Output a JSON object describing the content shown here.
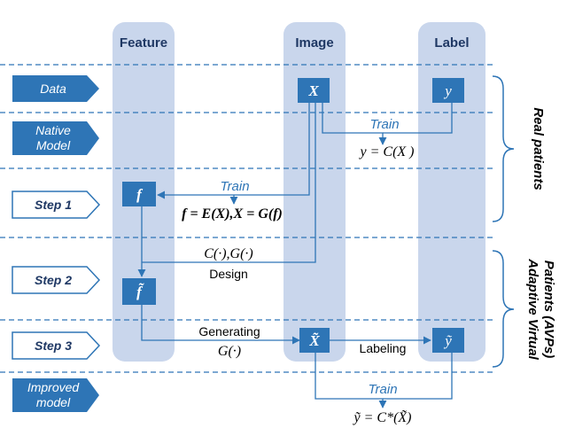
{
  "colors": {
    "column_fill": "#c9d6ec",
    "node_fill": "#2e75b6",
    "arrow_fill": "#2e75b6",
    "line": "#2e75b6",
    "train_text": "#2e75b6",
    "column_title": "#1f3864"
  },
  "columns": {
    "feature": "Feature",
    "image": "Image",
    "label": "Label"
  },
  "rows": {
    "data": "Data",
    "native_model_line1": "Native",
    "native_model_line2": "Model",
    "step1": "Step 1",
    "step2": "Step 2",
    "step3": "Step 3",
    "improved_line1": "Improved",
    "improved_line2": "model"
  },
  "nodes": {
    "image_x": "X",
    "label_y": "y",
    "feature_f": "f",
    "feature_f_tilde": "f̃",
    "image_x_tilde": "X̃",
    "label_y_tilde": "ỹ"
  },
  "annotations": {
    "train_native": "Train",
    "eq_native": "y = C(X )",
    "train_step1": "Train",
    "eq_step1": "f = E(X),X = G(f)",
    "design_funcs": "C(·),G(·)",
    "design": "Design",
    "generating": "Generating",
    "generating_func": "G(·)",
    "labeling": "Labeling",
    "train_improved": "Train",
    "eq_improved": "ỹ = C*(X̃)"
  },
  "side_labels": {
    "real": "Real patients",
    "avp_line1": "Adaptive Virtual",
    "avp_line2": "Patients (AVPs)"
  }
}
